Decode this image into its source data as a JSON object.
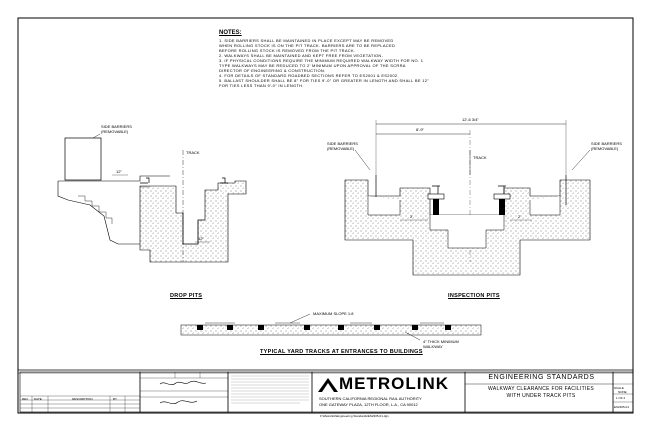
{
  "notes": {
    "title": "NOTES:",
    "lines": [
      "1. SIDE BARRIERS SHALL BE MAINTAINED IN PLACE EXCEPT MAY BE REMOVED",
      "   WHEN ROLLING STOCK IS ON THE PIT TRACK. BARRIERS ARE TO BE REPLACED",
      "   BEFORE ROLLING STOCK IS REMOVED FROM THE PIT TRACK.",
      "2. WALKWAYS SHALL BE MAINTAINED AND KEPT FREE FROM VEGETATION.",
      "3. IF PHYSICAL CONDITIONS REQUIRE THE MINIMUM REQUIRED WALKWAY WIDTH FOR NO. 1",
      "   TYPE WALKWAYS MAY BE REDUCED TO 2' MINIMUM UPON APPROVAL OF THE SCRRA",
      "   DIRECTOR OF ENGINEERING & CONSTRUCTION.",
      "4. FOR DETAILS OF STANDARD ROADBED SECTIONS REFER TO ES2001 & ES2002.",
      "5. BALLAST SHOULDER SHALL BE 8\" FOR TIES 9'-0\" OR GREATER IN LENGTH AND SHALL BE 12\"",
      "   FOR TIES LESS THAN 9'-0\" IN LENGTH."
    ]
  },
  "drop_pits": {
    "caption": "DROP PITS",
    "side_barriers": "SIDE BARRIERS\n(REMOVABLE)",
    "track": "TRACK",
    "dim_12a": "12\"",
    "dim_12b": "12\""
  },
  "inspection_pits": {
    "caption": "INSPECTION PITS",
    "overall_dim": "12'-6 3/4\"",
    "inner_dim": "8'-9\"",
    "side_barriers_left": "SIDE BARRIERS\n(REMOVABLE)",
    "side_barriers_right": "SIDE BARRIERS\n(REMOVABLE)",
    "track": "TRACK",
    "dim_2a": "2'",
    "dim_2b": "2'"
  },
  "yard_tracks": {
    "caption": "TYPICAL YARD TRACKS AT ENTRANCES TO BUILDINGS",
    "slope": "MAXIMUM SLOPE 1:8",
    "walkway": "4\" THICK MINIMUM\nWALKWAY"
  },
  "title_block": {
    "logo": "METROLINK",
    "agency_line1": "SOUTHERN CALIFORNIA REGIONAL RAIL AUTHORITY",
    "agency_line2": "ONE GATEWAY PLAZA, 12TH FLOOR, L.A., CA 90012",
    "dept": "ENGINEERING STANDARDS",
    "title_line1": "WALKWAY CLEARANCE FOR FACILITIES",
    "title_line2": "WITH UNDER TRACK PITS",
    "scale_label": "SCALE",
    "scale_value": "NONE",
    "date_value": "1 OF 2",
    "drawing_no": "ES2305-01",
    "rev_col": "REV",
    "date_col": "DATE",
    "by_col": "BY",
    "desc_col": "DESCRIPTION",
    "file_path": "F:\\Metrolink\\Engineering Standards\\ES2305-01.dgn"
  },
  "colors": {
    "ink": "#000000",
    "paper": "#ffffff",
    "hatch": "#444444"
  }
}
